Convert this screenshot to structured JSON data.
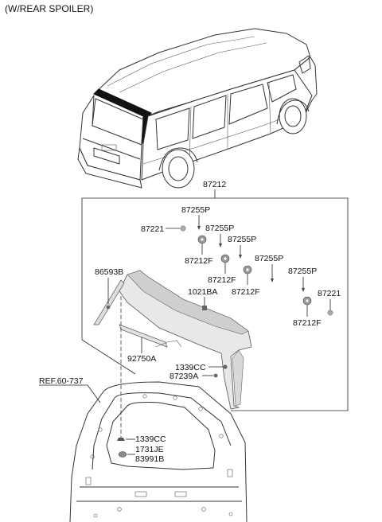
{
  "header": {
    "title": "(W/REAR SPOILER)"
  },
  "box_label": "87212",
  "labels": {
    "p87255P_1": "87255P",
    "p87221_left": "87221",
    "p87255P_2": "87255P",
    "p87255P_3": "87255P",
    "p87212F_1": "87212F",
    "p87255P_4": "87255P",
    "p86593B": "86593B",
    "p87212F_2": "87212F",
    "p87255P_5": "87255P",
    "p1021BA": "1021BA",
    "p87212F_3": "87212F",
    "p87221_right": "87221",
    "p87212F_4": "87212F",
    "p92750A": "92750A",
    "p1339CC_top": "1339CC",
    "p87239A": "87239A",
    "ref": "REF.60-737",
    "p1339CC_bottom": "1339CC",
    "p1731JE": "1731JE",
    "p83991B": "83991B"
  }
}
